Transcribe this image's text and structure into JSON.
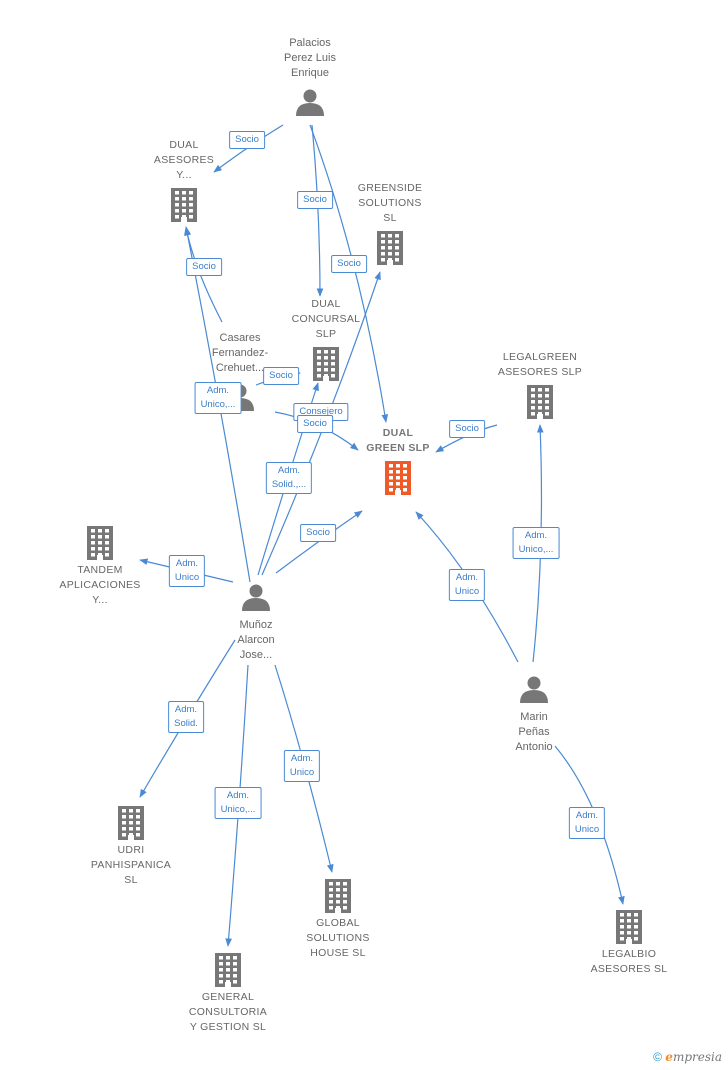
{
  "colors": {
    "edge": "#4a8ad4",
    "icon": "#777777",
    "focus": "#f05a28",
    "label": "#666666"
  },
  "nodes": [
    {
      "id": "palacios",
      "kind": "person",
      "lines": [
        "Palacios",
        "Perez Luis",
        "Enrique"
      ]
    },
    {
      "id": "dual_asesores",
      "kind": "company",
      "lines": [
        "DUAL",
        "ASESORES",
        "Y..."
      ]
    },
    {
      "id": "greenside",
      "kind": "company",
      "lines": [
        "GREENSIDE",
        "SOLUTIONS",
        "SL"
      ]
    },
    {
      "id": "dual_concursal",
      "kind": "company",
      "lines": [
        "DUAL",
        "CONCURSAL",
        "SLP"
      ]
    },
    {
      "id": "casares",
      "kind": "person",
      "lines": [
        "Casares",
        "Fernandez-",
        "Crehuet..."
      ]
    },
    {
      "id": "legalgreen",
      "kind": "company",
      "lines": [
        "LEGALGREEN",
        "ASESORES  SLP"
      ]
    },
    {
      "id": "dual_green",
      "kind": "focus",
      "lines": [
        "DUAL",
        "GREEN  SLP"
      ]
    },
    {
      "id": "tandem",
      "kind": "company",
      "lines": [
        "TANDEM",
        "APLICACIONES",
        "Y..."
      ]
    },
    {
      "id": "munoz",
      "kind": "person",
      "lines": [
        "Muñoz",
        "Alarcon",
        "Jose..."
      ]
    },
    {
      "id": "marin",
      "kind": "person",
      "lines": [
        "Marin",
        "Peñas",
        "Antonio"
      ]
    },
    {
      "id": "udri",
      "kind": "company",
      "lines": [
        "UDRI",
        "PANHISPANICA",
        "SL"
      ]
    },
    {
      "id": "global",
      "kind": "company",
      "lines": [
        "GLOBAL",
        "SOLUTIONS",
        "HOUSE  SL"
      ]
    },
    {
      "id": "general",
      "kind": "company",
      "lines": [
        "GENERAL",
        "CONSULTORIA",
        "Y GESTION  SL"
      ]
    },
    {
      "id": "legalbio",
      "kind": "company",
      "lines": [
        "LEGALBIO",
        "ASESORES  SL"
      ]
    }
  ],
  "edges": [
    {
      "from": "palacios",
      "to": "dual_asesores",
      "lines": [
        "Socio"
      ]
    },
    {
      "from": "palacios",
      "to": "dual_concursal",
      "lines": [
        "Socio"
      ]
    },
    {
      "from": "palacios",
      "to": "dual_green",
      "lines": [
        "Socio"
      ]
    },
    {
      "from": "casares",
      "to": "dual_asesores",
      "lines": [
        "Socio"
      ]
    },
    {
      "from": "casares",
      "to": "dual_concursal",
      "lines": [
        "Socio"
      ]
    },
    {
      "from": "casares",
      "to": "dual_green",
      "lines": [
        "Consejero"
      ]
    },
    {
      "from": "legalgreen",
      "to": "dual_green",
      "lines": [
        "Socio"
      ]
    },
    {
      "from": "munoz",
      "to": "dual_asesores",
      "lines": [
        "Adm.",
        "Unico,..."
      ]
    },
    {
      "from": "munoz",
      "to": "greenside",
      "lines": [
        "Socio"
      ]
    },
    {
      "from": "munoz",
      "to": "dual_concursal",
      "lines": [
        "Adm.",
        "Solid.,..."
      ]
    },
    {
      "from": "munoz",
      "to": "dual_green",
      "lines": [
        "Socio"
      ]
    },
    {
      "from": "munoz",
      "to": "tandem",
      "lines": [
        "Adm.",
        "Unico"
      ]
    },
    {
      "from": "munoz",
      "to": "udri",
      "lines": [
        "Adm.",
        "Solid."
      ]
    },
    {
      "from": "munoz",
      "to": "general",
      "lines": [
        "Adm.",
        "Unico,..."
      ]
    },
    {
      "from": "munoz",
      "to": "global",
      "lines": [
        "Adm.",
        "Unico"
      ]
    },
    {
      "from": "marin",
      "to": "dual_green",
      "lines": [
        "Adm.",
        "Unico"
      ]
    },
    {
      "from": "marin",
      "to": "legalgreen",
      "lines": [
        "Adm.",
        "Unico,..."
      ]
    },
    {
      "from": "marin",
      "to": "legalbio",
      "lines": [
        "Adm.",
        "Unico"
      ]
    }
  ],
  "watermark": {
    "symbol": "©",
    "brand_initial": "e",
    "brand_rest": "mpresia"
  }
}
